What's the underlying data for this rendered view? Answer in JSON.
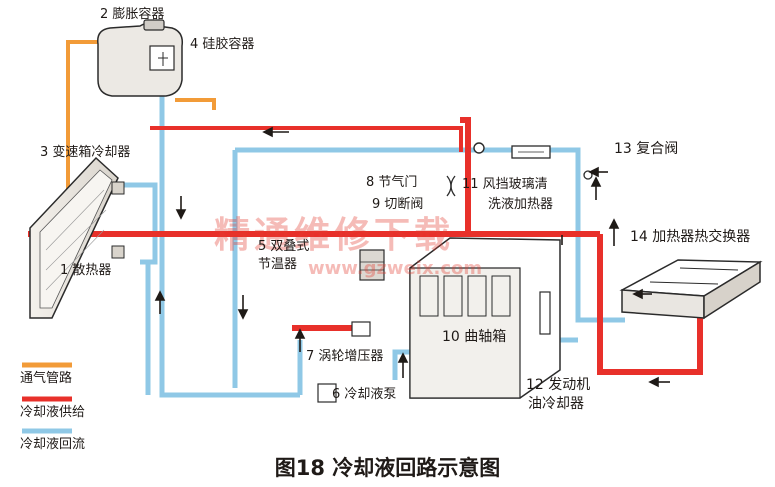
{
  "labels": {
    "expansion_tank": "2 膨胀容器",
    "silica_gel_container": "4 硅胶容器",
    "transmission_cooler": "3 变速箱冷却器",
    "throttle": "8 节气门",
    "cutoff_valve": "9 切断阀",
    "windshield_washer_heater": "11 风挡玻璃清",
    "windshield_washer_heater_2": "洗液加热器",
    "composite_valve": "13 复合阀",
    "heater_exchanger": "14 加热器热交换器",
    "radiator": "1 散热器",
    "double_overlay_1": "5 双叠式",
    "double_overlay_2": "节温器",
    "crankcase": "10 曲轴箱",
    "turbocharger": "7 涡轮增压器",
    "coolant_pump": "6 冷却液泵",
    "oil_cooler_1": "12 发动机",
    "oil_cooler_2": "油冷却器"
  },
  "legend": [
    {
      "label": "通气管路",
      "color": "#f29b38"
    },
    {
      "label": "冷却液供给",
      "color": "#e8302a"
    },
    {
      "label": "冷却液回流",
      "color": "#8fc8e6"
    }
  ],
  "watermark": {
    "text1": "精通维修下载",
    "text2": "www.gzweix.com"
  },
  "caption": "图18 冷却液回路示意图",
  "colors": {
    "vent": "#f29b38",
    "supply": "#e8302a",
    "return": "#8fc8e6"
  }
}
